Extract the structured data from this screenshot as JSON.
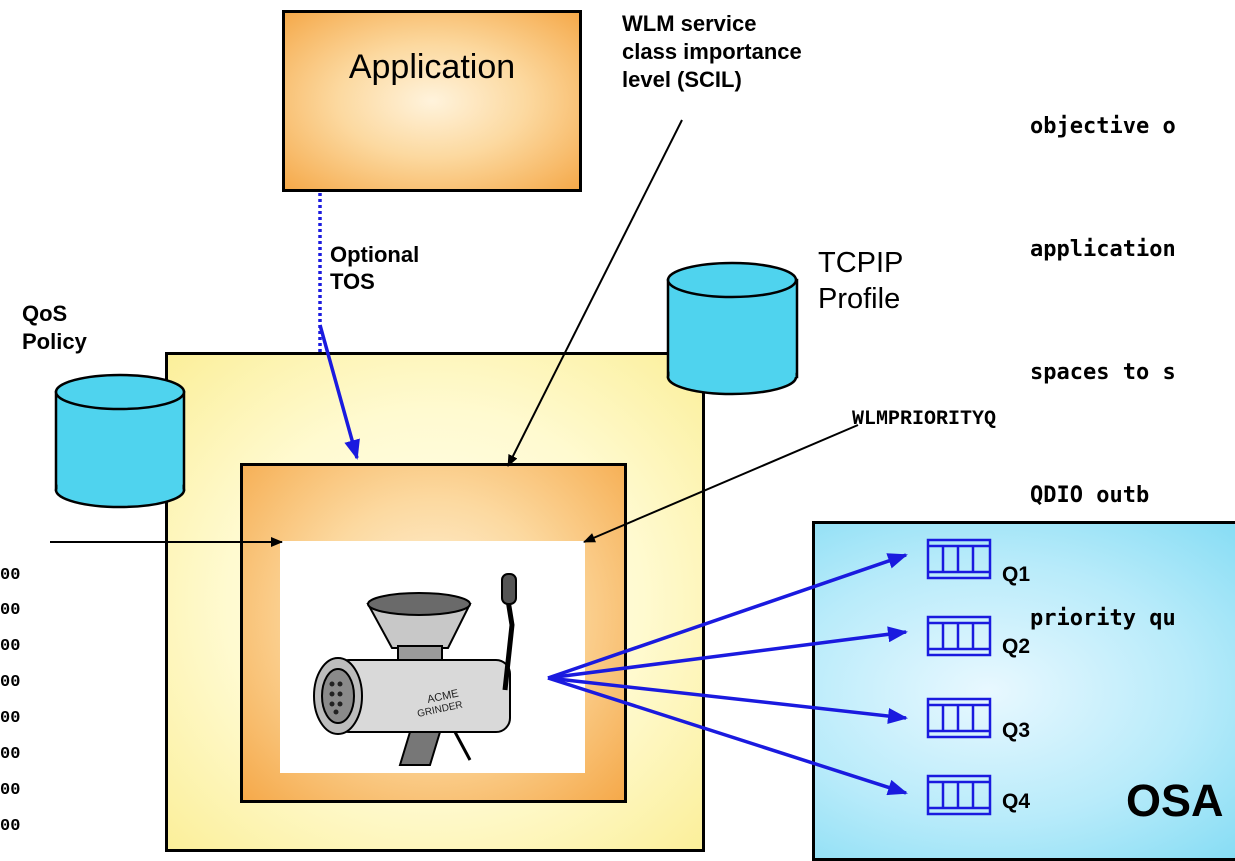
{
  "application": {
    "label": "Application"
  },
  "wlm_note": {
    "lines": [
      "WLM service",
      "class importance",
      "level (SCIL)"
    ]
  },
  "objective_text": {
    "lines": [
      "objective o",
      "application",
      "spaces to s",
      "QDIO outb",
      "priority qu"
    ]
  },
  "optional_tos": {
    "lines": [
      "Optional",
      "TOS"
    ]
  },
  "tcpip_profile": {
    "lines": [
      "TCPIP",
      "Profile"
    ]
  },
  "qos_policy": {
    "lines": [
      "QoS",
      "Policy"
    ]
  },
  "wlmpriorityq": {
    "label": "WLMPRIORITYQ"
  },
  "osa": {
    "label": "OSA",
    "queues": [
      {
        "label": "Q1"
      },
      {
        "label": "Q2"
      },
      {
        "label": "Q3"
      },
      {
        "label": "Q4"
      }
    ]
  },
  "packet_list": [
    "00",
    "00",
    "00",
    "00",
    "00",
    "00",
    "00",
    "00"
  ],
  "grinder": {
    "brand_lines": [
      "ACME",
      "GRINDER"
    ]
  },
  "colors": {
    "arrow_blue": "#1a1adf",
    "cylinder_cyan": "#4fd3ee",
    "orange_fill": "#f5a94a",
    "yellow_fill": "#fbef9a",
    "osa_fill": "#84dcf4"
  }
}
